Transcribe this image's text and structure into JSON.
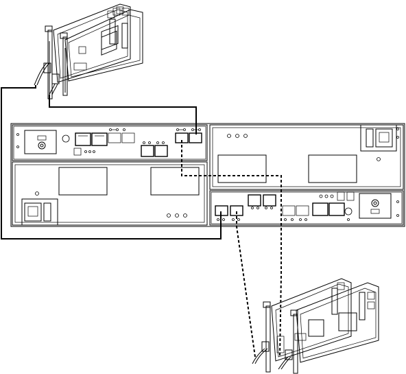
{
  "figure": {
    "components": {
      "host_adapter_top": "hba-card-pair",
      "host_adapter_bottom": "hba-card-pair",
      "storage_enclosure": "dual-controller-chassis",
      "solid_cable": "fibre-channel-cable",
      "dashed_cable": "fibre-channel-cable"
    },
    "icons": {
      "power_inlet": "power-inlet-icon",
      "power_switch": "power-switch-icon",
      "fan": "fan-icon"
    }
  }
}
